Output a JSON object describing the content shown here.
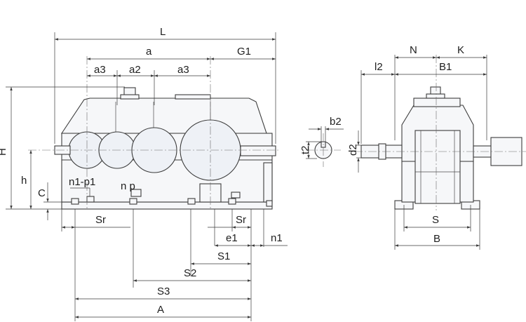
{
  "labels": {
    "L": "L",
    "a": "a",
    "G1": "G1",
    "a3": "a3",
    "a2": "a2",
    "H": "H",
    "h": "h",
    "C": "C",
    "n1p1": "n1-p1",
    "np": "n p",
    "Sr": "Sr",
    "e1": "e1",
    "n1": "n1",
    "S1": "S1",
    "S2": "S2",
    "S3": "S3",
    "A": "A",
    "b2": "b2",
    "t2": "t2",
    "d2": "d2",
    "N": "N",
    "K": "K",
    "l2": "l2",
    "B1": "B1",
    "S": "S",
    "B": "B"
  },
  "colors": {
    "line": "#3c3c3c",
    "fill": "#f6f7f9",
    "gear": "#eef1f6"
  }
}
